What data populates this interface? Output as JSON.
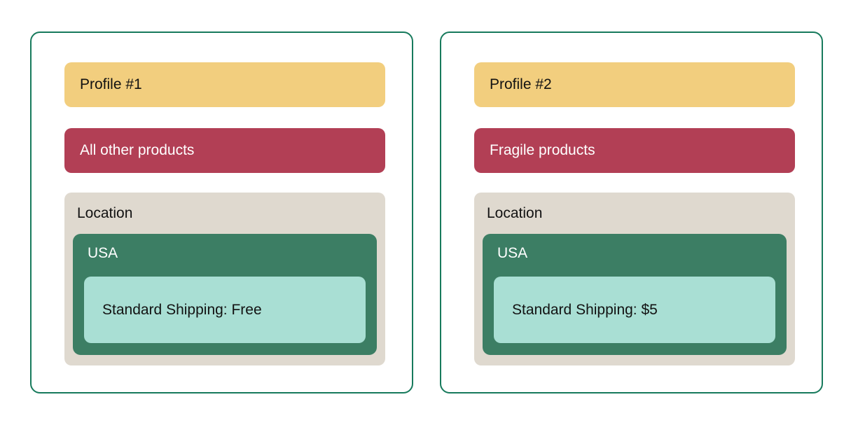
{
  "diagram": {
    "description": "Shipping profiles diagram with two nested profile cards",
    "profiles": [
      {
        "title": "Profile #1",
        "products": "All other products",
        "location_label": "Location",
        "country": "USA",
        "rate": "Standard Shipping: Free"
      },
      {
        "title": "Profile #2",
        "products": "Fragile products",
        "location_label": "Location",
        "country": "USA",
        "rate": "Standard Shipping: $5"
      }
    ],
    "colors": {
      "card_border": "#177a5c",
      "profile_bar": "#f2ce7e",
      "products_bar": "#b23f55",
      "location_box": "#dfd9cf",
      "country_box": "#3c7e64",
      "rate_box": "#a9dfd4",
      "text_dark": "#121212",
      "text_light": "#ffffff",
      "background": "#ffffff"
    }
  }
}
